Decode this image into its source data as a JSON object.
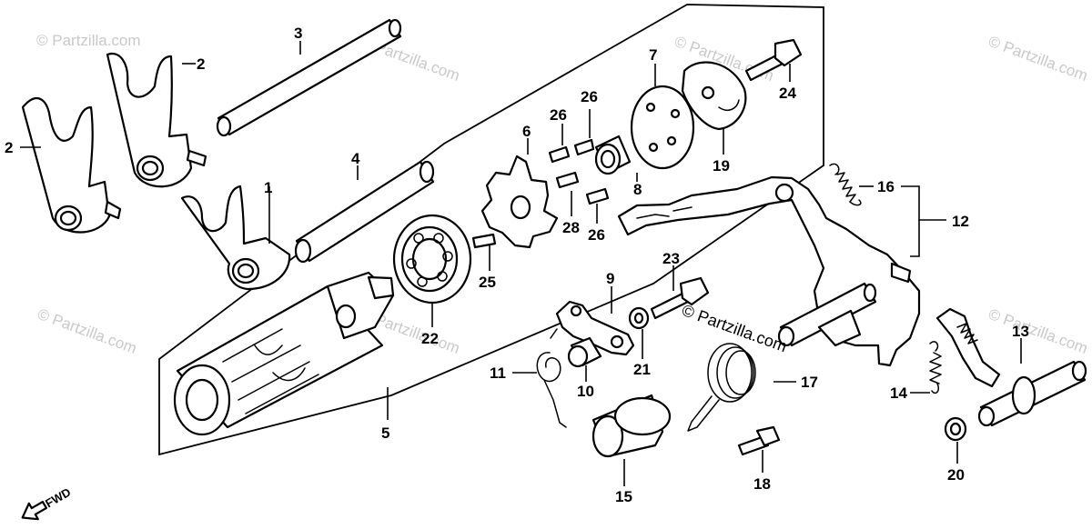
{
  "watermark": "© Partzilla.com",
  "watermark_center": "© Partzilla.com",
  "direction_label": "FWD",
  "callouts": {
    "c1": "1",
    "c2a": "2",
    "c2b": "2",
    "c3": "3",
    "c4": "4",
    "c5": "5",
    "c6": "6",
    "c7": "7",
    "c8": "8",
    "c9": "9",
    "c10": "10",
    "c11": "11",
    "c12": "12",
    "c13": "13",
    "c14": "14",
    "c15": "15",
    "c16": "16",
    "c17": "17",
    "c18": "18",
    "c19": "19",
    "c20": "20",
    "c21": "21",
    "c22": "22",
    "c23": "23",
    "c24": "24",
    "c25": "25",
    "c26a": "26",
    "c26b": "26",
    "c26c": "26",
    "c28": "28"
  }
}
